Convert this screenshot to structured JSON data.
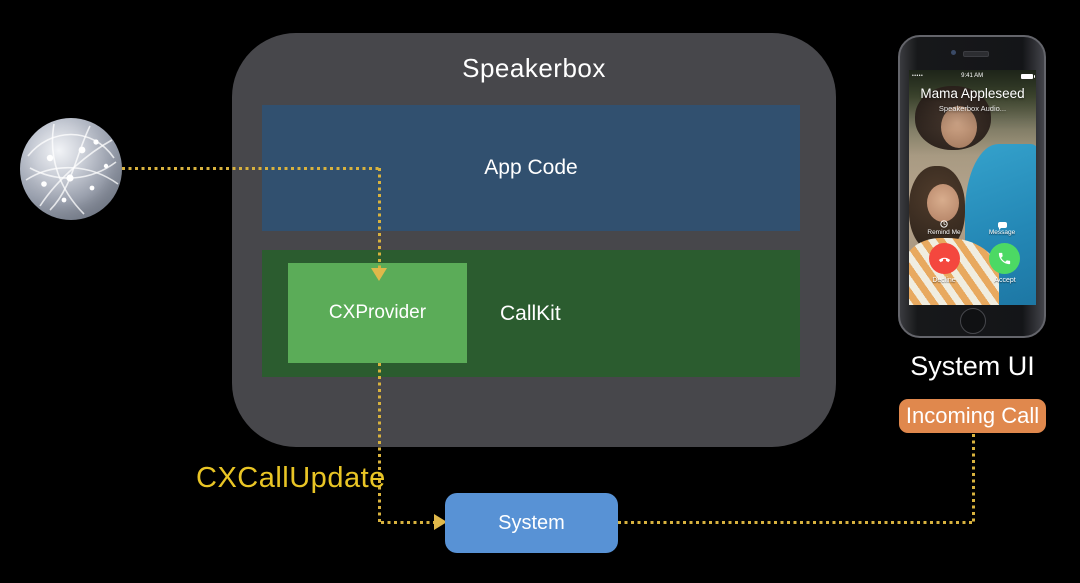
{
  "slide": {
    "speakerbox_title": "Speakerbox",
    "app_code_label": "App Code",
    "callkit_label": "CallKit",
    "cxprovider_label": "CXProvider",
    "system_label": "System",
    "cxcallupdate_label": "CXCallUpdate",
    "system_ui_label": "System UI",
    "incoming_call_label": "Incoming Call"
  },
  "phone": {
    "status": {
      "signal": "•••••",
      "time": "9:41 AM"
    },
    "caller_name": "Mama Appleseed",
    "caller_service": "Speakerbox Audio...",
    "remind_label": "Remind Me",
    "message_label": "Message",
    "decline_label": "Decline",
    "accept_label": "Accept"
  },
  "icons": {
    "network_globe": "sphere-with-network-arcs",
    "remind": "clock",
    "message": "speech-bubble",
    "decline": "phone-handset-down",
    "accept": "phone-handset",
    "connector": "gold-dotted-arrow"
  },
  "colors": {
    "background": "#000000",
    "speakerbox_container": "#47474B",
    "app_code_blue": "#31506F",
    "callkit_green": "#2B5C2F",
    "cxprovider_green": "#5BAC58",
    "system_blue": "#5892D5",
    "incoming_call_orange": "#E0884D",
    "connector_gold": "#D8B23E",
    "cxcallupdate_gold": "#E9C525",
    "decline_red": "#F4473E",
    "accept_green": "#4CD964",
    "text_white": "#FFFFFF"
  }
}
